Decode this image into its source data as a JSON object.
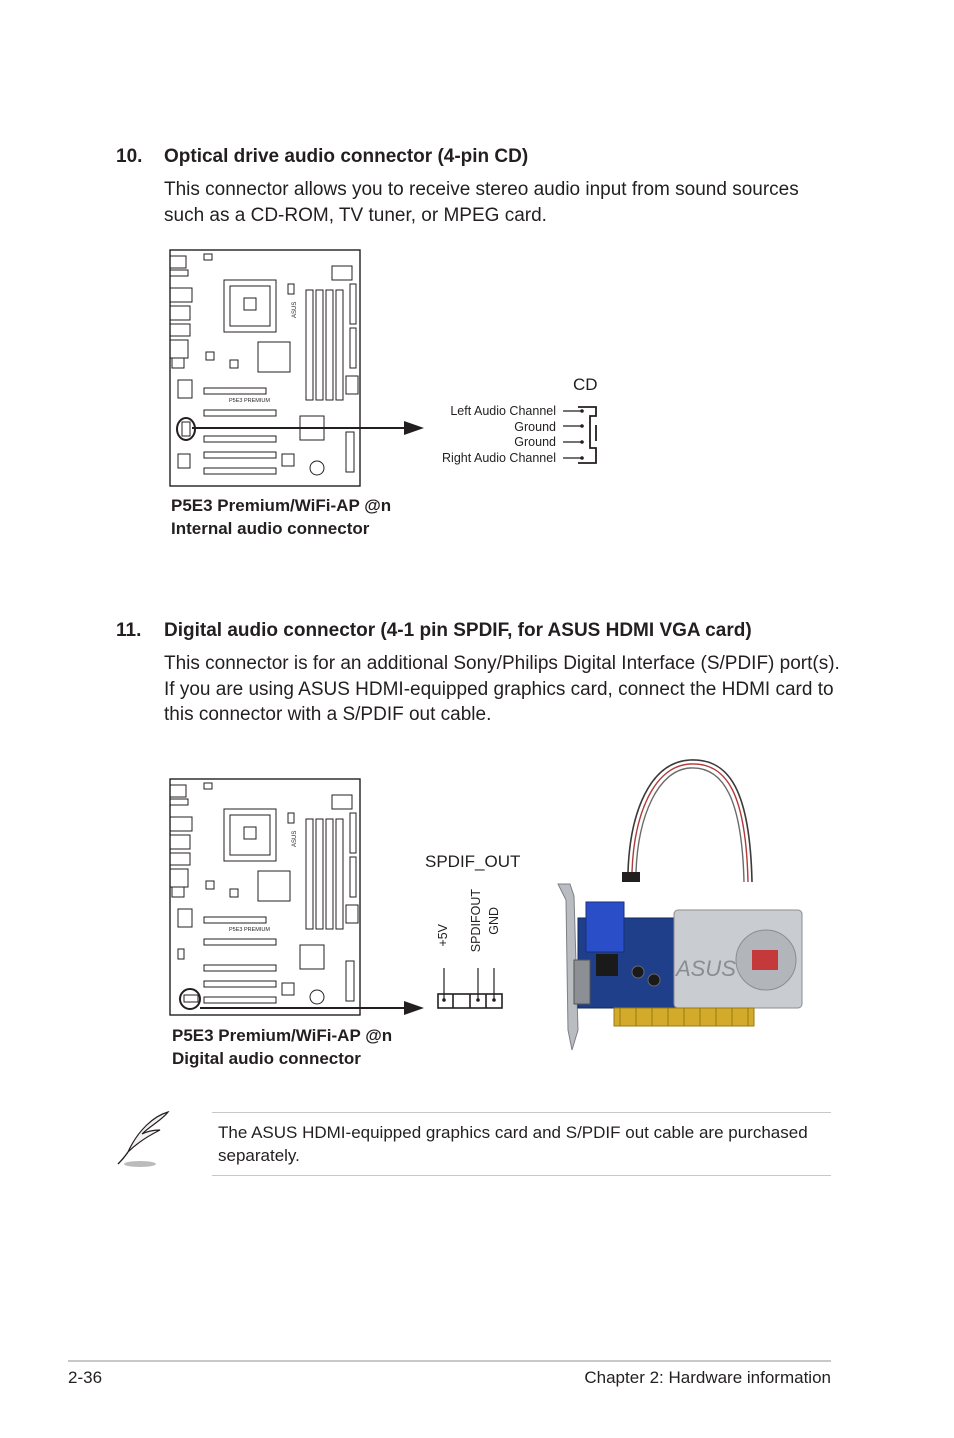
{
  "sections": [
    {
      "number": "10.",
      "title": "Optical drive audio connector (4-pin CD)",
      "body": "This connector allows you to receive stereo audio input from sound sources such as a CD-ROM, TV tuner, or MPEG card.",
      "board_label": "P5E3 PREMIUM",
      "board_logo": "ASUS",
      "connector_name": "CD",
      "pins": [
        "Left Audio Channel",
        "Ground",
        "Ground",
        "Right Audio Channel"
      ],
      "caption_line1": "P5E3 Premium/WiFi-AP @n",
      "caption_line2": "Internal audio connector"
    },
    {
      "number": "11.",
      "title": "Digital audio connector (4-1 pin SPDIF, for ASUS HDMI VGA card)",
      "body": "This connector is for an additional Sony/Philips Digital Interface (S/PDIF) port(s). If you are using ASUS HDMI-equipped graphics card, connect the HDMI card to this connector with a S/PDIF out cable.",
      "board_label": "P5E3 PREMIUM",
      "board_logo": "ASUS",
      "connector_name": "SPDIF_OUT",
      "pins": [
        "+5V",
        "SPDIFOUT",
        "GND"
      ],
      "card_logo": "ASUS",
      "caption_line1": "P5E3 Premium/WiFi-AP @n",
      "caption_line2": "Digital audio connector"
    }
  ],
  "note": {
    "icon": "feather-pen-icon",
    "text": "The ASUS HDMI-equipped graphics card and S/PDIF out cable are purchased separately."
  },
  "footer": {
    "page": "2-36",
    "chapter": "Chapter 2: Hardware information"
  }
}
